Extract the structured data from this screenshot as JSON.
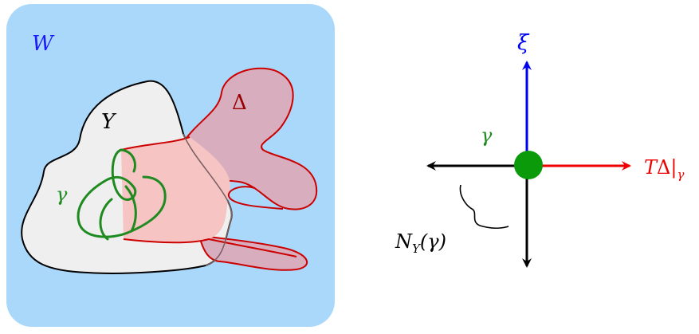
{
  "labels": {
    "W": "W",
    "Y": "Y",
    "Delta": "Δ",
    "gamma_left": "γ",
    "xi": "ξ",
    "gamma_right": "γ",
    "T": "T",
    "T_Delta": "Δ",
    "T_bar": "|",
    "T_sub": "γ",
    "N": "N",
    "N_sub": "Y",
    "N_arg": "(γ)"
  },
  "colors": {
    "manifold_fill": "#aad8fa",
    "surface_fill": "#efefef",
    "delta_fill": "#d8aebf",
    "delta_stroke": "#cc0000",
    "cylinder_fill": "#f7c4c4",
    "knot": "#1f8a1f",
    "label_W": "#1a1aff",
    "label_Delta": "#990000",
    "xi_arrow": "#0000ee",
    "tangent_arrow": "#ee0000",
    "normal_arrow": "#000000",
    "point": "#0a9a0a"
  }
}
